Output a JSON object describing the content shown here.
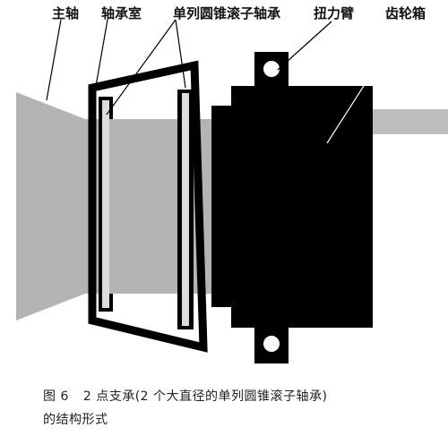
{
  "labels": {
    "main_shaft": "主轴",
    "bearing_housing": "轴承室",
    "bearing": "单列圆锥滚子轴承",
    "torque_arm": "扭力臂",
    "gearbox": "齿轮箱"
  },
  "caption": {
    "figure_number": "图 6",
    "line1": "2 点支承(2 个大直径的单列圆锥滚子轴承)",
    "line2": "的结构形式"
  },
  "colors": {
    "shaft": "#b4b4b4",
    "bearing_band": "#dcdcdc",
    "housing": "#000000",
    "gearbox": "#000000",
    "output_shaft": "#bdbdbd"
  }
}
